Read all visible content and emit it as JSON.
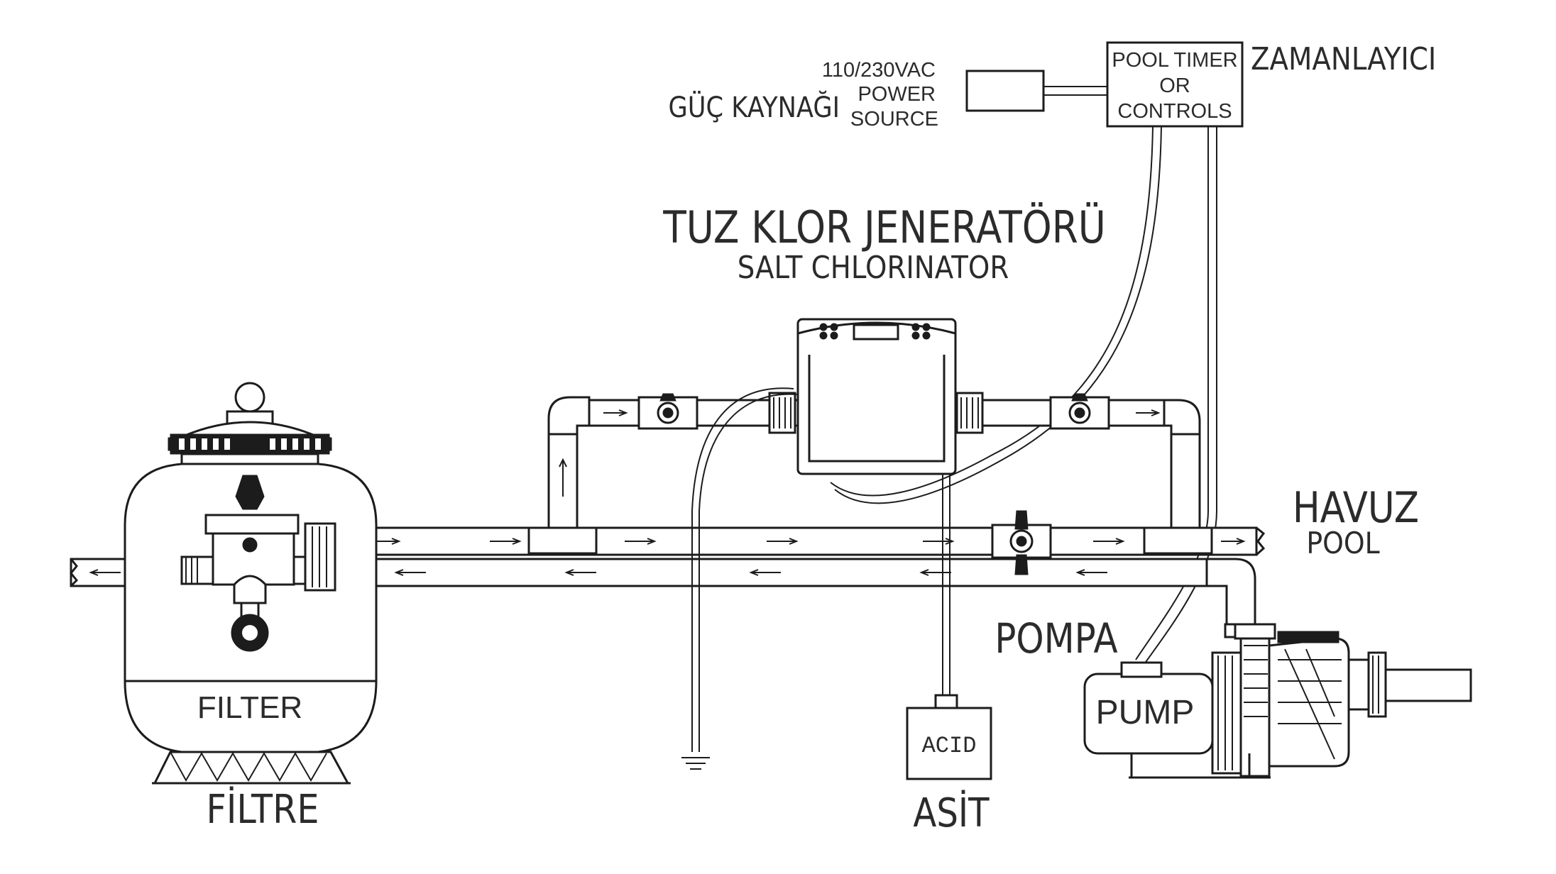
{
  "title": {
    "tr": "TUZ KLOR JENERATÖRÜ",
    "en": "SALT CHLORINATOR"
  },
  "power_source": {
    "tr": "GÜÇ KAYNAĞI",
    "en_line1": "110/230VAC",
    "en_line2": "POWER",
    "en_line3": "SOURCE"
  },
  "timer": {
    "line1": "POOL TIMER",
    "line2": "OR",
    "line3": "CONTROLS",
    "tr": "ZAMANLAYICI"
  },
  "pool": {
    "tr": "HAVUZ",
    "en": "POOL"
  },
  "pump": {
    "tr": "POMPA",
    "en": "PUMP"
  },
  "filter": {
    "en": "FILTER",
    "tr": "FİLTRE"
  },
  "acid": {
    "en": "ACID",
    "tr": "ASİT"
  },
  "colors": {
    "line": "#1c1c1c",
    "text": "#2b2b2b",
    "background": "#ffffff"
  }
}
